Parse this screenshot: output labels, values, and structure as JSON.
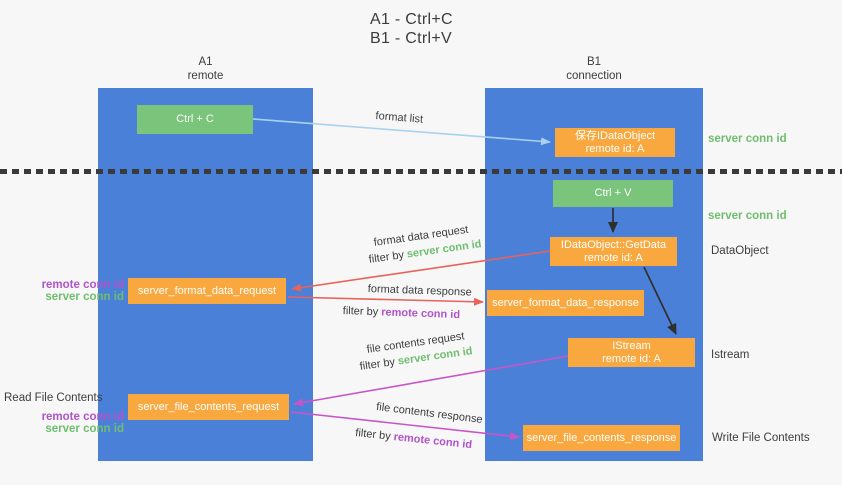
{
  "title": {
    "line1": "A1 - Ctrl+C",
    "line2": "B1 - Ctrl+V"
  },
  "columns": {
    "a1": {
      "name": "A1",
      "role": "remote"
    },
    "b1": {
      "name": "B1",
      "role": "connection"
    }
  },
  "nodes": {
    "ctrl_c": {
      "label": "Ctrl + C"
    },
    "save_idataobject": {
      "line1": "保存IDataObject",
      "line2": "remote id: A"
    },
    "ctrl_v": {
      "label": "Ctrl + V"
    },
    "getdata": {
      "line1": "IDataObject::GetData",
      "line2": "remote id: A"
    },
    "format_request": {
      "label": "server_format_data_request"
    },
    "format_response": {
      "label": "server_format_data_response"
    },
    "istream": {
      "line1": "IStream",
      "line2": "remote id: A"
    },
    "file_request": {
      "label": "server_file_contents_request"
    },
    "file_response": {
      "label": "server_file_contents_response"
    }
  },
  "arrow_labels": {
    "format_list": "format list",
    "format_req": {
      "text": "format data request",
      "filter_prefix": "filter by",
      "filter_key": "server conn id"
    },
    "format_resp": {
      "text": "format data response",
      "filter_prefix": "filter by",
      "filter_key": "remote conn id"
    },
    "file_req": {
      "text": "file contents request",
      "filter_prefix": "filter by",
      "filter_key": "server conn id"
    },
    "file_resp": {
      "text": "file contents response",
      "filter_prefix": "filter by",
      "filter_key": "remote conn id"
    }
  },
  "side_labels": {
    "right_server_conn_top": "server conn id",
    "right_server_conn_mid": "server conn id",
    "right_dataobject": "DataObject",
    "right_istream": "Istream",
    "right_write_file": "Write File Contents",
    "left_remote_conn_1": "remote conn id",
    "left_server_conn_1": "server conn id",
    "left_read_file": "Read File Contents",
    "left_remote_conn_2": "remote conn id",
    "left_server_conn_2": "server conn id"
  },
  "colors": {
    "lane_blue": "#4a80d8",
    "green_box": "#7ac47c",
    "orange_box": "#f8a83e",
    "green_text": "#6fbe6f",
    "purple_text": "#b153c9",
    "red_arrow": "#e8625a",
    "magenta_arrow": "#c855c8",
    "light_blue_arrow": "#a8d2f0",
    "black_arrow": "#2f2f2f"
  }
}
